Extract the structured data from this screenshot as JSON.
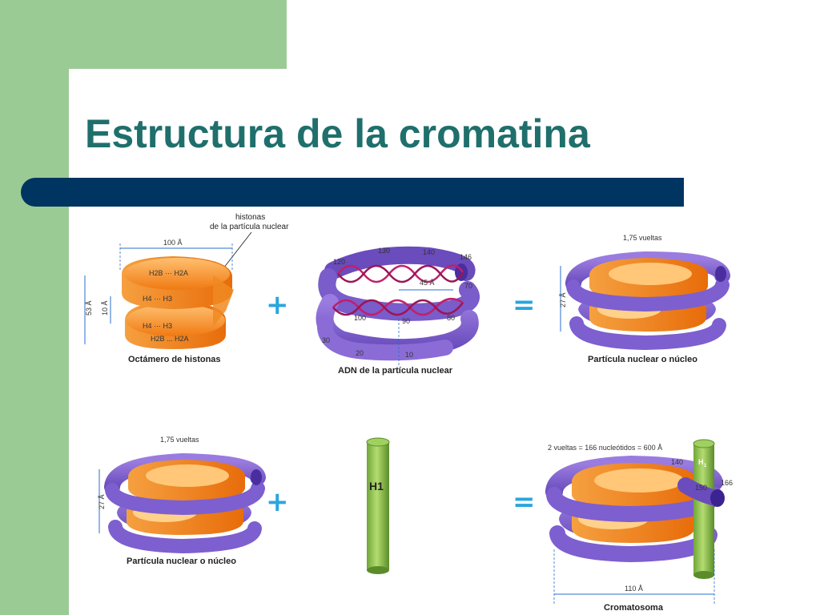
{
  "slide": {
    "title": "Estructura de la cromatina",
    "colors": {
      "green": "#9bcb95",
      "title": "#1f6f6c",
      "bar": "#003461"
    }
  },
  "figure": {
    "octamer": {
      "pointer_label_1": "histonas",
      "pointer_label_2": "de la partícula nuclear",
      "width_label": "100 Å",
      "height_label": "53 Å",
      "gap_label": "10 Å",
      "row1": "H2B ··· H2A",
      "row2": "H4 ··· H3",
      "row3": "H4 ··· H3",
      "row4": "H2B ... H2A",
      "caption": "Octámero de histonas"
    },
    "dna": {
      "n120": "120",
      "n130": "130",
      "n140": "140",
      "n146": "146",
      "n70": "70",
      "n45": "45 Å",
      "n100": "100",
      "n90": "90",
      "n80": "80",
      "n30": "30",
      "n20": "20",
      "n10": "10",
      "caption": "ADN de la partícula nuclear"
    },
    "nucleosome_top": {
      "turns": "1,75 vueltas",
      "height": "27 Å",
      "caption": "Partícula nuclear o núcleo"
    },
    "nucleosome_bottom": {
      "turns": "1,75 vueltas",
      "height": "27 Å",
      "caption": "Partícula nuclear o núcleo"
    },
    "h1": {
      "label": "H1"
    },
    "chromatosome": {
      "turns": "2 vueltas = 166 nucleótidos = 600 Å",
      "n140": "140",
      "h1": "H",
      "h1_sub": "1",
      "n150": "150",
      "n166": "166",
      "width": "110 Å",
      "caption": "Cromatosoma"
    },
    "ops": {
      "plus": "+",
      "equals": "="
    }
  }
}
